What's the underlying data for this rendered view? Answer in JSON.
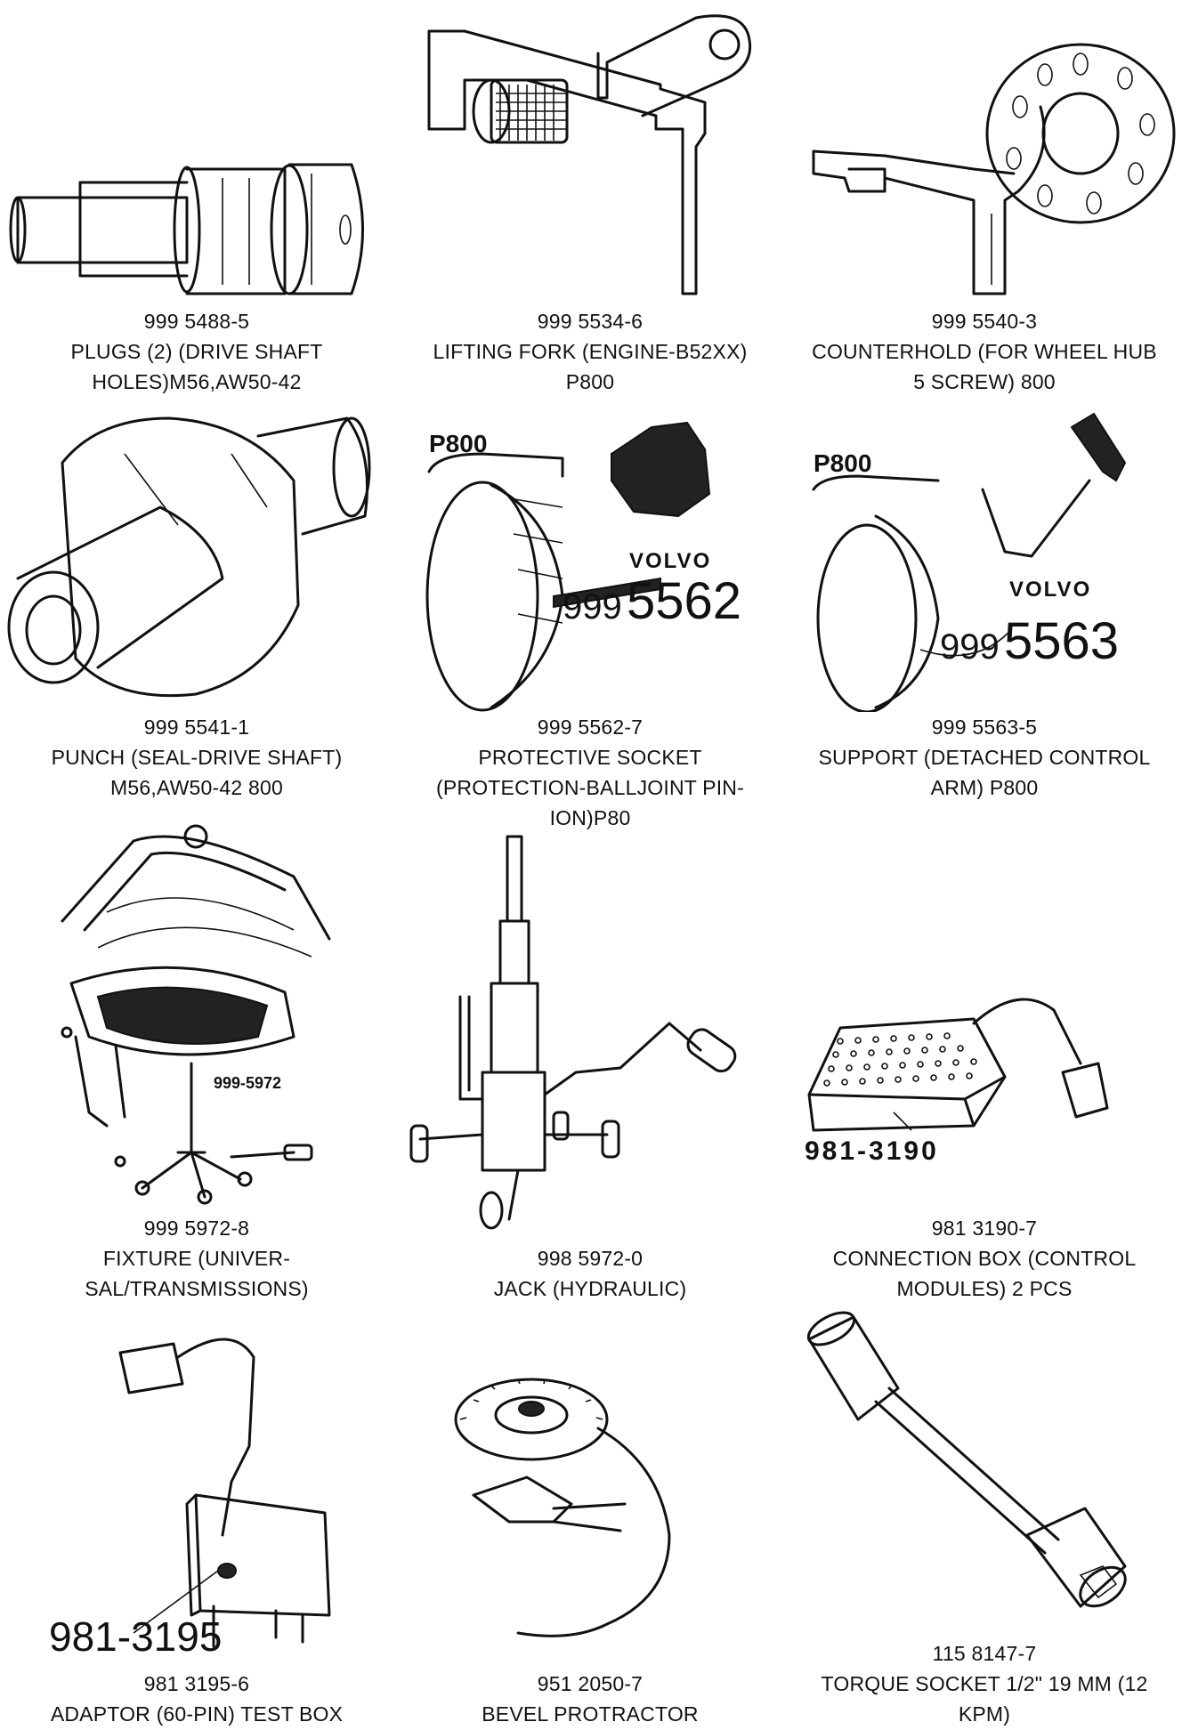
{
  "items": [
    {
      "number": "999 5488-5",
      "line1": "PLUGS (2) (DRIVE SHAFT",
      "line2": "HOLES)M56,AW50-42"
    },
    {
      "number": "999 5534-6",
      "line1": "LIFTING FORK (ENGINE-B52XX)",
      "line2": "P800"
    },
    {
      "number": "999 5540-3",
      "line1": "COUNTERHOLD (FOR WHEEL HUB",
      "line2": "5 SCREW) 800"
    },
    {
      "number": "999 5541-1",
      "line1": "PUNCH (SEAL-DRIVE SHAFT)",
      "line2": "M56,AW50-42 800"
    },
    {
      "number": "999 5562-7",
      "line1": "PROTECTIVE SOCKET",
      "line2": "(PROTECTION-BALLJOINT PIN-",
      "line3": "ION)P80",
      "art": {
        "model": "P800",
        "brand": "VOLVO",
        "prefix": "999",
        "code": "5562"
      }
    },
    {
      "number": "999 5563-5",
      "line1": "SUPPORT (DETACHED CONTROL",
      "line2": "ARM) P800",
      "art": {
        "model": "P800",
        "brand": "VOLVO",
        "prefix": "999",
        "code": "5563"
      }
    },
    {
      "number": "999 5972-8",
      "line1": "FIXTURE (UNIVER-",
      "line2": "SAL/TRANSMISSIONS)",
      "art": {
        "tag": "999-5972"
      }
    },
    {
      "number": "998 5972-0",
      "line1": "JACK (HYDRAULIC)"
    },
    {
      "number": "981 3190-7",
      "line1": "CONNECTION BOX (CONTROL",
      "line2": "MODULES) 2 PCS",
      "art": {
        "tag": "981-3190"
      }
    },
    {
      "number": "981 3195-6",
      "line1": "ADAPTOR (60-PIN) TEST BOX",
      "art": {
        "tag": "981-3195"
      }
    },
    {
      "number": "951 2050-7",
      "line1": "BEVEL PROTRACTOR"
    },
    {
      "number": "115 8147-7",
      "line1": "TORQUE SOCKET 1/2\" 19 MM (12",
      "line2": "KPM)"
    }
  ]
}
